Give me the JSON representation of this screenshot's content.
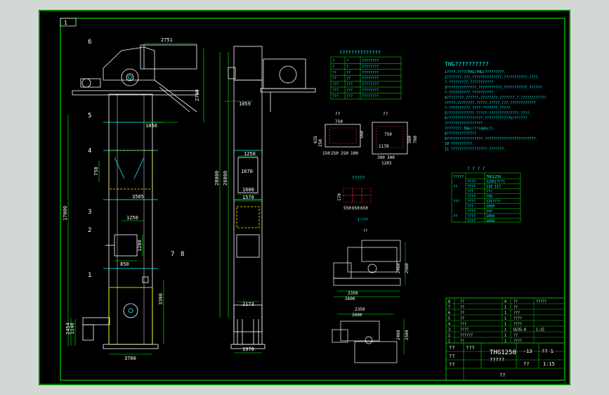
{
  "colors": {
    "background": "#000000",
    "chrome": "#d4d8d4",
    "frame": "#00ff00",
    "outline": "#ffffff",
    "dimension": "#00ff00",
    "hidden": "#ffff00",
    "accent": "#ff3030",
    "cyan": "#00ffff"
  },
  "sheet": {
    "number": "1"
  },
  "front_view": {
    "callouts": [
      "6",
      "5",
      "4",
      "3",
      "2",
      "1",
      "7",
      "8"
    ],
    "dims": {
      "top_width": "2751",
      "head_height": "2700",
      "mid_offset": "1850",
      "panel_height": "750",
      "body_width": "3505",
      "window": "1250",
      "access_height": "1200",
      "access_width": "850",
      "total_height": "17000",
      "overall_a": "28000",
      "overall_b": "26000",
      "base_height": "3300",
      "boot_a": "2454",
      "boot_b": "1140",
      "base_width": "3700"
    }
  },
  "side_view": {
    "dims": {
      "offset": "1059",
      "panel_w": "1250",
      "panel_h": "1670",
      "lower_panel": "1600",
      "belt_w": "1570",
      "boot_w": "2173",
      "base_w": "1970"
    }
  },
  "parts_table": {
    "title": "??????????????",
    "rows": [
      [
        "?",
        "?",
        "????????"
      ],
      [
        "?",
        "?",
        "????????"
      ],
      [
        "??",
        "??",
        "????????"
      ],
      [
        "??",
        "??",
        "????????"
      ],
      [
        "???",
        "???",
        "????????"
      ],
      [
        "???",
        "???",
        "????????"
      ],
      [
        "???",
        "???",
        "????????"
      ]
    ]
  },
  "section_views": {
    "a": {
      "label": "??",
      "dims": {
        "w": "750",
        "h": "560",
        "side": "635",
        "depth": "250",
        "a": "150",
        "b": "250",
        "c": "250",
        "d": "100"
      }
    },
    "b": {
      "label": "??",
      "dims": {
        "w": "750",
        "h": "560",
        "wa": "300",
        "wb": "300",
        "inner": "1170",
        "total": "1203",
        "height": "780"
      }
    },
    "c": {
      "label": "?????",
      "dims": {
        "h": "170",
        "a": "550",
        "b": "650",
        "c": "650"
      }
    },
    "d_label": "1:???",
    "e_label": "??"
  },
  "drive_views": {
    "upper": {
      "dims": {
        "h1": "2460",
        "h2": "2560",
        "w1": "2350",
        "w2": "2600"
      }
    },
    "lower": {
      "dims": {
        "w1": "2350",
        "w2": "2600",
        "h1": "2460",
        "h2": "2560"
      }
    }
  },
  "notes": {
    "title": "THG??????????",
    "lines": [
      "1????.?????THG(THG)?????????.",
      "2???????.???,??????????????,???????????.????",
      "  ?.?????????.???????????",
      "3??????????????,???????????,???????????.??????",
      "  ?.??????????.??????????.",
      "4????????.??????,????????.???????.?.????????????",
      "  ?????,????????.?????.?????.???.????????????",
      "  ?.??????????.????.???????.?????.",
      "5?????????????.?????.??????????????.????.",
      "6?????????????????.????????????%???????",
      "  ??????????????????",
      "7???????.THG(???)GHS(?).",
      "8??????????????",
      "9?????????????????.????????????????????????.",
      "10  ??????????.",
      "11  ?????????????????.???????."
    ]
  },
  "spec_table": {
    "title": "?  ?  ?  ?",
    "rows": [
      [
        "?????",
        "",
        "THG1250"
      ],
      [
        "",
        "????",
        "1250(???)"
      ],
      [
        "??",
        "????",
        "110 117"
      ],
      [
        "",
        "???",
        "???"
      ],
      [
        "",
        "????",
        "750"
      ],
      [
        "???",
        "????",
        "125????"
      ],
      [
        "",
        "???",
        "1050"
      ],
      [
        "",
        "????",
        "147"
      ],
      [
        "??",
        "????",
        "1050"
      ],
      [
        "",
        "????",
        "1050"
      ]
    ]
  },
  "title_block": {
    "bom_rows": [
      [
        "8",
        "??",
        "4",
        "??",
        "?????"
      ],
      [
        "7",
        "??",
        "1",
        "??",
        ""
      ],
      [
        "6",
        "??",
        "1",
        "???",
        ""
      ],
      [
        "5",
        "??",
        "1",
        "????",
        ""
      ],
      [
        "4",
        "???",
        "1",
        "????",
        ""
      ],
      [
        "3",
        "????",
        "1",
        "Q235-A",
        "1:15"
      ],
      [
        "2",
        "??????",
        "1",
        "??",
        ""
      ],
      [
        "1",
        "??",
        "1",
        "????",
        ""
      ]
    ],
    "designer_label": "??",
    "checker_label": "??",
    "approver_label": "??",
    "designer_name": "???",
    "drawing_no": "THG1250",
    "drawing_name": "?????",
    "doc_code": "-13",
    "sheet_field": "??  1",
    "scale_label": "??",
    "scale": "1:15",
    "company": "??"
  }
}
